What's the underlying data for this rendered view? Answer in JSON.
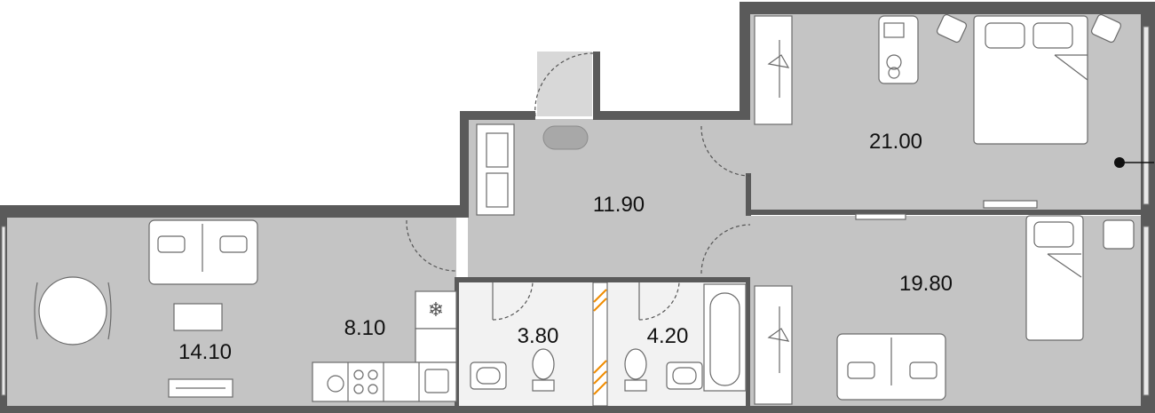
{
  "plan": {
    "rooms": [
      {
        "id": "bedroom-large",
        "area": "21.00"
      },
      {
        "id": "hall",
        "area": "11.90"
      },
      {
        "id": "bedroom-small",
        "area": "19.80"
      },
      {
        "id": "living",
        "area": "14.10"
      },
      {
        "id": "kitchen",
        "area": "8.10"
      },
      {
        "id": "bathroom-1",
        "area": "3.80"
      },
      {
        "id": "bathroom-2",
        "area": "4.20"
      }
    ],
    "colors": {
      "wall": "#5a5a5a",
      "room_fill": "#c4c4c4",
      "wet_room_fill": "#f2f2f2",
      "furniture": "#ffffff"
    }
  }
}
